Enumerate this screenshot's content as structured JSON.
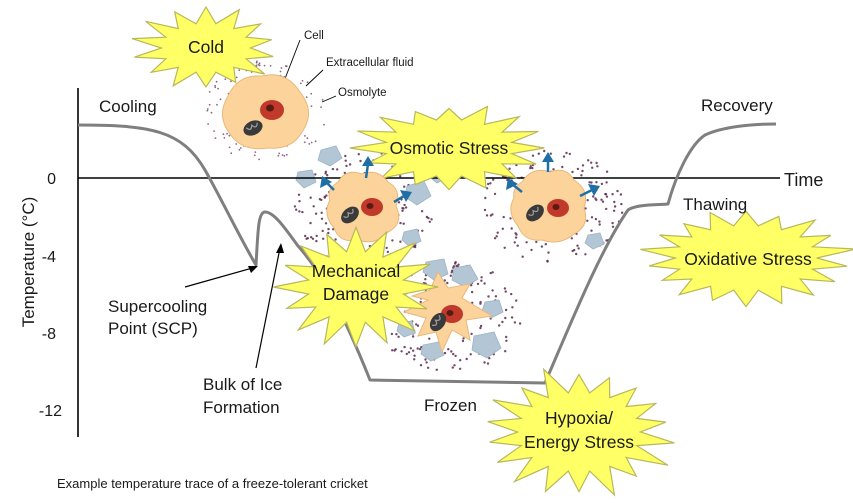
{
  "axis": {
    "y_label": "Temperature (°C)",
    "x_label": "Time",
    "y_ticks": [
      "0",
      "-4",
      "-8",
      "-12"
    ]
  },
  "phases": {
    "cooling": "Cooling",
    "recovery": "Recovery",
    "thawing": "Thawing",
    "frozen": "Frozen"
  },
  "annotations": {
    "scp_line1": "Supercooling",
    "scp_line2": "Point (SCP)",
    "ice_line1": "Bulk of Ice",
    "ice_line2": "Formation"
  },
  "cell_legend": {
    "cell": "Cell",
    "fluid": "Extracellular fluid",
    "osmolyte": "Osmolyte"
  },
  "stresses": {
    "cold": "Cold",
    "osmotic": "Osmotic Stress",
    "mechanical_line1": "Mechanical",
    "mechanical_line2": "Damage",
    "oxidative": "Oxidative Stress",
    "hypoxia_line1": "Hypoxia/",
    "hypoxia_line2": "Energy Stress"
  },
  "caption": "Example temperature trace of a freeze-tolerant cricket",
  "colors": {
    "trace": "#7f7f7f",
    "star_fill": "#ffff66",
    "star_stroke": "#b8b85a",
    "cell_fill": "#fdd39c",
    "nucleus": "#c0392b",
    "ice": "#b3c6d6",
    "arrow": "#1f6fa6",
    "osmolyte_dot": "#5a2a4a"
  }
}
